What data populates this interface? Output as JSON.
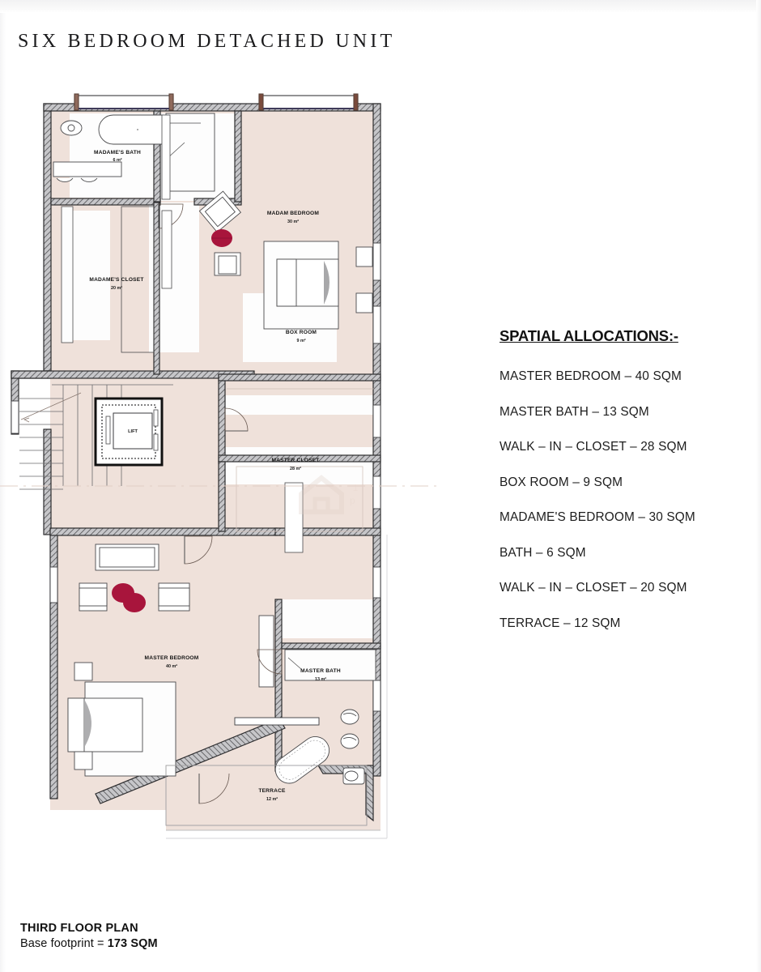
{
  "document": {
    "title": "SIX  BEDROOM DETACHED  UNIT",
    "footer_title": "THIRD FLOOR PLAN",
    "footer_prefix": "Base footprint = ",
    "footer_value": "173 SQM"
  },
  "legend": {
    "heading": "SPATIAL ALLOCATIONS:-",
    "items": [
      "MASTER BEDROOM – 40 SQM",
      "MASTER BATH – 13 SQM",
      "WALK – IN – CLOSET – 28 SQM",
      "BOX ROOM – 9 SQM",
      "MADAME'S BEDROOM – 30 SQM",
      "BATH – 6 SQM",
      "WALK – IN – CLOSET – 20 SQM",
      "TERRACE – 12 SQM"
    ]
  },
  "plan": {
    "rooms": [
      {
        "name": "MADAME'S BATH",
        "area": "6 m²"
      },
      {
        "name": "MADAME'S CLOSET",
        "area": "20 m²"
      },
      {
        "name": "MADAM BEDROOM",
        "area": "30 m²"
      },
      {
        "name": "BOX ROOM",
        "area": "9 m²"
      },
      {
        "name": "MASTER CLOSET",
        "area": "28 m²"
      },
      {
        "name": "MASTER BEDROOM",
        "area": "40 m²"
      },
      {
        "name": "MASTER BATH",
        "area": "13 m²"
      },
      {
        "name": "TERRACE",
        "area": "12 m²"
      }
    ],
    "lift_label": "LIFT"
  },
  "colors": {
    "floor_fill": "#efe1da",
    "wall_dark": "#3a3a3c",
    "wall_hatch": "#b9b9bc",
    "accent_crimson": "#a8153c",
    "furniture_line": "#4a4a4c",
    "page_bg": "#ffffff",
    "text": "#1b1b1d"
  }
}
